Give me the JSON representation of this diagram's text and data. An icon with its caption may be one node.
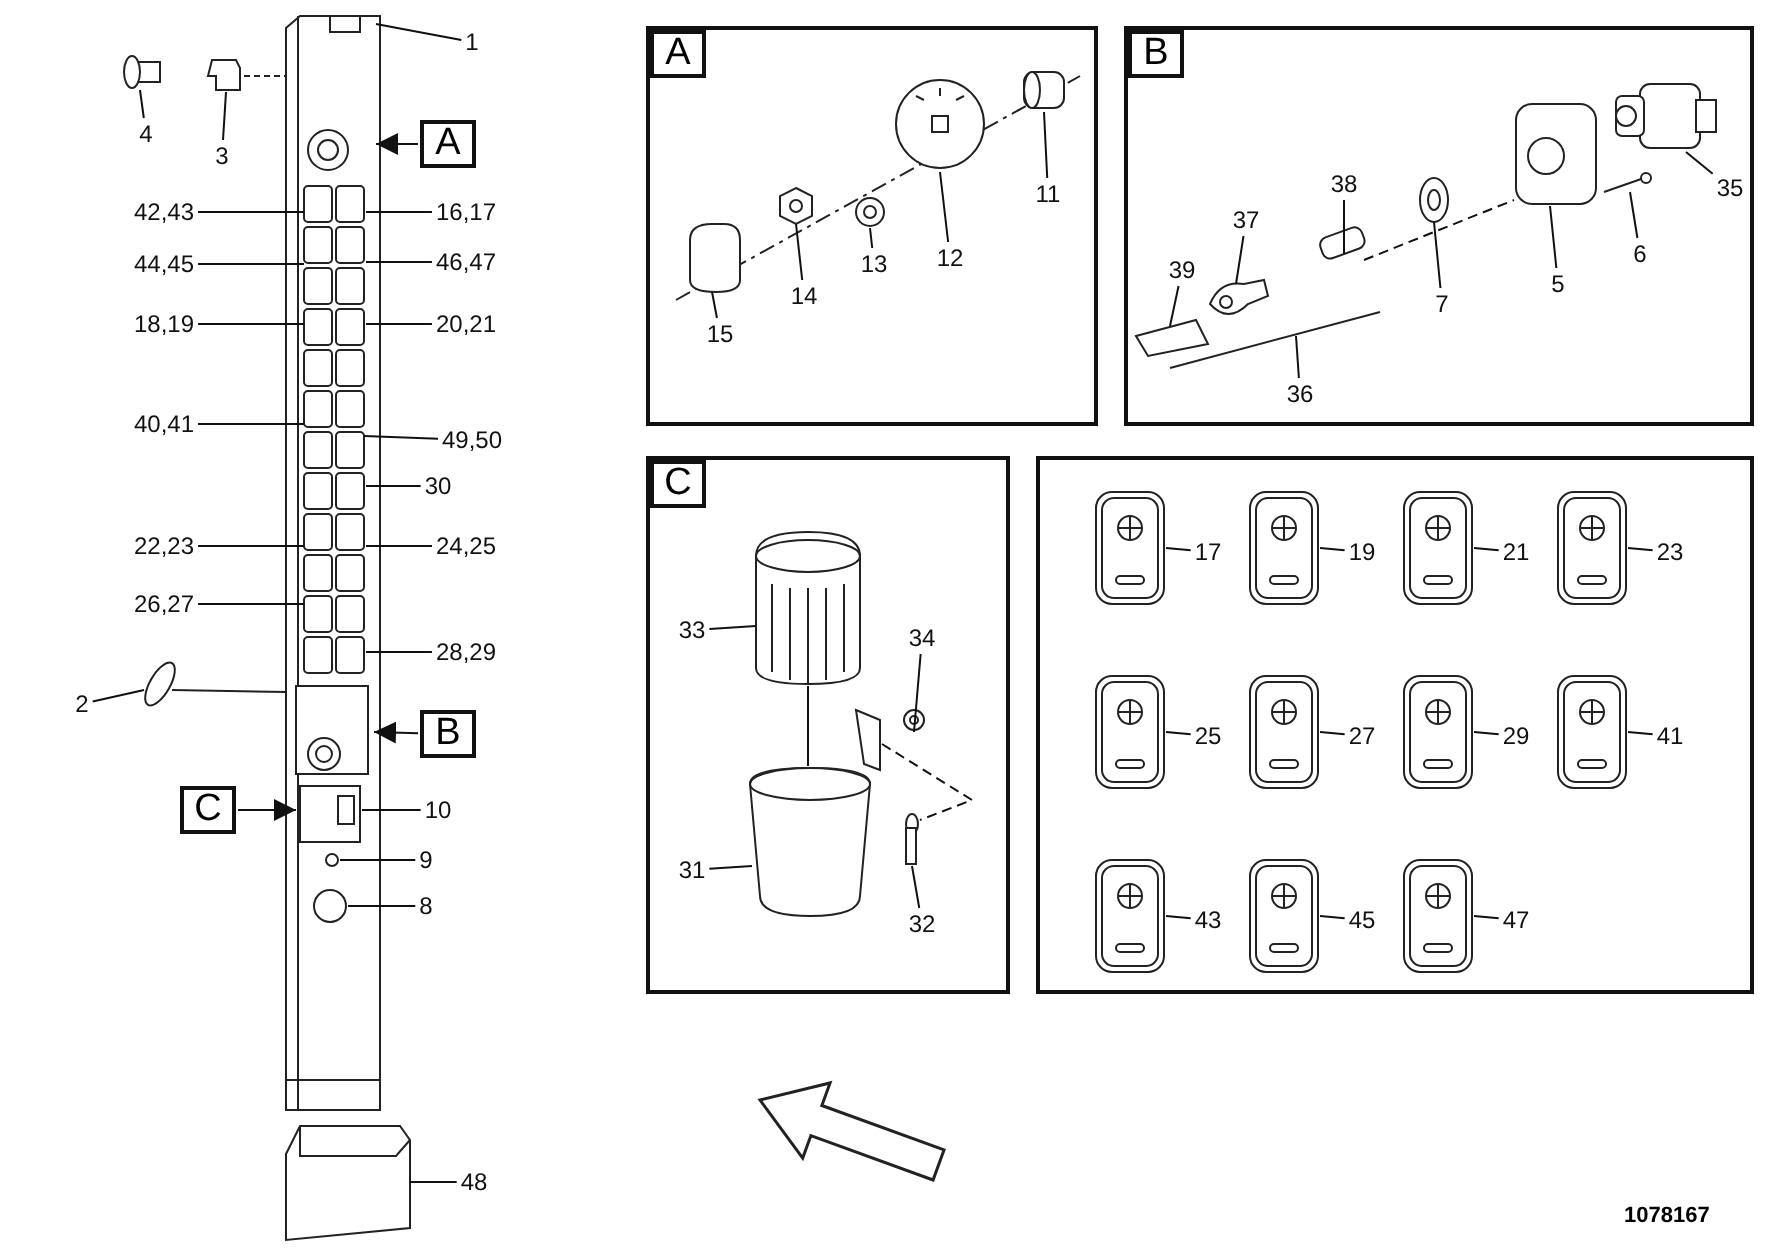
{
  "diagram": {
    "nodes": [
      {
        "text": [
          "1"
        ]
      },
      {
        "text": [
          "4"
        ]
      },
      {
        "text": [
          "3"
        ]
      },
      {
        "text": [
          "A"
        ]
      },
      {
        "text": [
          "42,43"
        ]
      },
      {
        "text": [
          "16,17"
        ]
      },
      {
        "text": [
          "44,45"
        ]
      },
      {
        "text": [
          "46,47"
        ]
      },
      {
        "text": [
          "18,19"
        ]
      },
      {
        "text": [
          "20,21"
        ]
      },
      {
        "text": [
          "40,41"
        ]
      },
      {
        "text": [
          "49,50"
        ]
      },
      {
        "text": [
          "30"
        ]
      },
      {
        "text": [
          "22,23"
        ]
      },
      {
        "text": [
          "24,25"
        ]
      },
      {
        "text": [
          "26,27"
        ]
      },
      {
        "text": [
          "28,29"
        ]
      },
      {
        "text": [
          "2"
        ]
      },
      {
        "text": [
          "B"
        ]
      },
      {
        "text": [
          "C"
        ]
      },
      {
        "text": [
          "10"
        ]
      },
      {
        "text": [
          "9"
        ]
      },
      {
        "text": [
          "8"
        ]
      },
      {
        "text": [
          "48"
        ]
      },
      {
        "text": [],
        "shape": "box"
      },
      {
        "text": [
          "11"
        ],
        "in": 24
      },
      {
        "text": [
          "12"
        ],
        "in": 24
      },
      {
        "text": [
          "13"
        ],
        "in": 24
      },
      {
        "text": [
          "14"
        ],
        "in": 24
      },
      {
        "text": [
          "15"
        ],
        "in": 24
      },
      {
        "text": [],
        "shape": "box"
      },
      {
        "text": [
          "38"
        ],
        "in": 30
      },
      {
        "text": [
          "37"
        ],
        "in": 30
      },
      {
        "text": [
          "39"
        ],
        "in": 30
      },
      {
        "text": [
          "36"
        ],
        "in": 30
      },
      {
        "text": [
          "7"
        ],
        "in": 30
      },
      {
        "text": [
          "5"
        ],
        "in": 30
      },
      {
        "text": [
          "6"
        ],
        "in": 30
      },
      {
        "text": [
          "35"
        ],
        "in": 30
      },
      {
        "text": [],
        "shape": "box"
      },
      {
        "text": [
          "33"
        ],
        "in": 39
      },
      {
        "text": [
          "34"
        ],
        "in": 39
      },
      {
        "text": [
          "31"
        ],
        "in": 39
      },
      {
        "text": [
          "32"
        ],
        "in": 39
      },
      {
        "text": [],
        "shape": "box"
      },
      {
        "text": [
          "17"
        ],
        "in": 44
      },
      {
        "text": [
          "19"
        ],
        "in": 44
      },
      {
        "text": [
          "21"
        ],
        "in": 44
      },
      {
        "text": [
          "23"
        ],
        "in": 44
      },
      {
        "text": [
          "25"
        ],
        "in": 44
      },
      {
        "text": [
          "27"
        ],
        "in": 44
      },
      {
        "text": [
          "29"
        ],
        "in": 44
      },
      {
        "text": [
          "41"
        ],
        "in": 44
      },
      {
        "text": [
          "43"
        ],
        "in": 44
      },
      {
        "text": [
          "45"
        ],
        "in": 44
      },
      {
        "text": [
          "47"
        ],
        "in": 44
      },
      {
        "text": [
          "A"
        ],
        "in": 24
      },
      {
        "text": [
          "B"
        ],
        "in": 30
      },
      {
        "text": [
          "C"
        ],
        "in": 39
      },
      {
        "text": [],
        "shape": "picture"
      },
      {
        "text": [],
        "shape": "picture"
      },
      {
        "text": [],
        "shape": "picture"
      },
      {
        "text": [],
        "shape": "picture"
      },
      {
        "text": [],
        "shape": "picture"
      },
      {
        "text": [],
        "shape": "picture",
        "in": 24
      },
      {
        "text": [],
        "shape": "picture",
        "in": 24
      },
      {
        "text": [],
        "shape": "picture",
        "in": 24
      },
      {
        "text": [],
        "shape": "picture",
        "in": 24
      },
      {
        "text": [],
        "shape": "box",
        "in": 24
      },
      {
        "text": [],
        "shape": "box",
        "in": 30
      },
      {
        "text": [],
        "shape": "picture",
        "in": 30
      },
      {
        "text": [],
        "shape": "picture",
        "in": 30
      },
      {
        "text": [],
        "shape": "bar",
        "in": 30
      },
      {
        "text": [],
        "shape": "picture",
        "in": 30
      },
      {
        "text": [],
        "shape": "picture",
        "in": 30
      },
      {
        "text": [],
        "shape": "picture",
        "in": 30
      },
      {
        "text": [],
        "shape": "box",
        "in": 30
      },
      {
        "text": [],
        "shape": "picture",
        "in": 39
      },
      {
        "text": [],
        "shape": "picture",
        "in": 39
      },
      {
        "text": [],
        "shape": "picture",
        "in": 39
      },
      {
        "text": [],
        "shape": "box",
        "in": 39
      },
      {
        "text": [],
        "shape": "picture",
        "in": 44
      },
      {
        "text": [],
        "shape": "picture",
        "in": 44
      },
      {
        "text": [],
        "shape": "picture",
        "in": 44
      },
      {
        "text": [],
        "shape": "picture",
        "in": 44
      },
      {
        "text": [],
        "shape": "picture",
        "in": 44
      },
      {
        "text": [],
        "shape": "picture",
        "in": 44
      },
      {
        "text": [],
        "shape": "picture",
        "in": 44
      },
      {
        "text": [],
        "shape": "picture",
        "in": 44
      },
      {
        "text": [],
        "shape": "picture",
        "in": 44
      },
      {
        "text": [],
        "shape": "picture",
        "in": 44
      },
      {
        "text": [],
        "shape": "picture",
        "in": 44
      }
    ],
    "edges": [
      {
        "from": 0,
        "to": 59,
        "arrow": "none"
      },
      {
        "from": 1,
        "to": 61,
        "arrow": "none"
      },
      {
        "from": 2,
        "to": 60,
        "arrow": "none"
      },
      {
        "from": 3,
        "to": 59,
        "arrow": "to"
      },
      {
        "from": 4,
        "to": 59,
        "arrow": "none"
      },
      {
        "from": 5,
        "to": 59,
        "arrow": "none"
      },
      {
        "from": 6,
        "to": 59,
        "arrow": "none"
      },
      {
        "from": 7,
        "to": 59,
        "arrow": "none"
      },
      {
        "from": 8,
        "to": 59,
        "arrow": "none"
      },
      {
        "from": 9,
        "to": 59,
        "arrow": "none"
      },
      {
        "from": 10,
        "to": 59,
        "arrow": "none"
      },
      {
        "from": 11,
        "to": 59,
        "arrow": "none"
      },
      {
        "from": 12,
        "to": 59,
        "arrow": "none"
      },
      {
        "from": 13,
        "to": 59,
        "arrow": "none"
      },
      {
        "from": 14,
        "to": 59,
        "arrow": "none"
      },
      {
        "from": 15,
        "to": 59,
        "arrow": "none"
      },
      {
        "from": 16,
        "to": 59,
        "arrow": "none"
      },
      {
        "from": 17,
        "to": 62,
        "arrow": "none"
      },
      {
        "from": 18,
        "to": 59,
        "arrow": "to"
      },
      {
        "from": 19,
        "to": 59,
        "arrow": "to"
      },
      {
        "from": 20,
        "to": 59,
        "arrow": "none"
      },
      {
        "from": 21,
        "to": 59,
        "arrow": "none"
      },
      {
        "from": 22,
        "to": 59,
        "arrow": "none"
      },
      {
        "from": 23,
        "to": 63,
        "arrow": "none"
      },
      {
        "from": 25,
        "to": 64,
        "arrow": "none"
      },
      {
        "from": 26,
        "to": 65,
        "arrow": "none"
      },
      {
        "from": 27,
        "to": 66,
        "arrow": "none"
      },
      {
        "from": 28,
        "to": 67,
        "arrow": "none"
      },
      {
        "from": 29,
        "to": 68,
        "arrow": "none"
      },
      {
        "from": 31,
        "to": 69,
        "arrow": "none"
      },
      {
        "from": 32,
        "to": 70,
        "arrow": "none"
      },
      {
        "from": 33,
        "to": 71,
        "arrow": "none"
      },
      {
        "from": 34,
        "to": 72,
        "arrow": "none"
      },
      {
        "from": 35,
        "to": 73,
        "arrow": "none"
      },
      {
        "from": 36,
        "to": 74,
        "arrow": "none"
      },
      {
        "from": 37,
        "to": 75,
        "arrow": "none"
      },
      {
        "from": 38,
        "to": 76,
        "arrow": "none"
      },
      {
        "from": 40,
        "to": 77,
        "arrow": "none"
      },
      {
        "from": 41,
        "to": 78,
        "arrow": "none"
      },
      {
        "from": 42,
        "to": 79,
        "arrow": "none"
      },
      {
        "from": 43,
        "to": 80,
        "arrow": "none"
      },
      {
        "from": 45,
        "to": 81,
        "arrow": "none"
      },
      {
        "from": 46,
        "to": 82,
        "arrow": "none"
      },
      {
        "from": 47,
        "to": 83,
        "arrow": "none"
      },
      {
        "from": 48,
        "to": 84,
        "arrow": "none"
      },
      {
        "from": 49,
        "to": 85,
        "arrow": "none"
      },
      {
        "from": 50,
        "to": 86,
        "arrow": "none"
      },
      {
        "from": 51,
        "to": 87,
        "arrow": "none"
      },
      {
        "from": 52,
        "to": 88,
        "arrow": "none"
      },
      {
        "from": 53,
        "to": 89,
        "arrow": "none"
      },
      {
        "from": 54,
        "to": 90,
        "arrow": "none"
      },
      {
        "from": 55,
        "to": 91,
        "arrow": "none"
      },
      {
        "from": 79,
        "to": 80,
        "arrow": "none",
        "style": "dashed"
      },
      {
        "from": 77,
        "to": 79,
        "arrow": "none"
      },
      {
        "from": 69,
        "to": 74,
        "arrow": "none",
        "style": "dashed"
      }
    ],
    "labels": [
      "1078167"
    ]
  }
}
